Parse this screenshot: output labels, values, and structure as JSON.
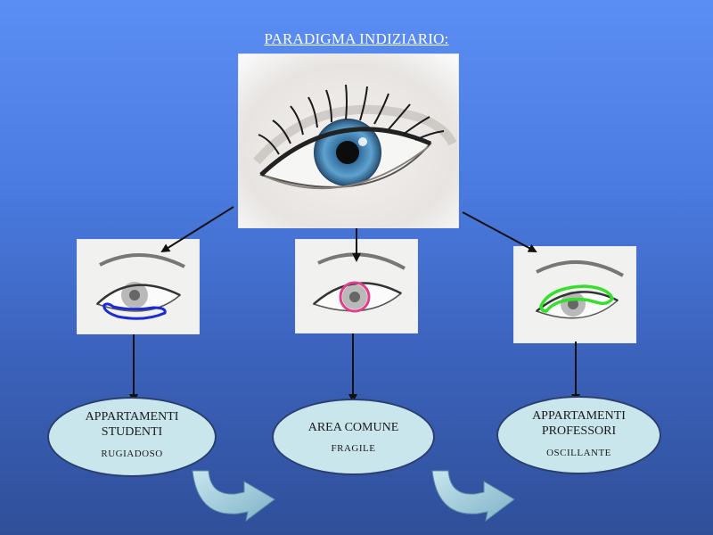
{
  "title": "PARADIGMA INDIZIARIO:",
  "colors": {
    "students_outline": "#1b2bd6",
    "common_outline": "#e0408a",
    "professors_outline": "#35e02c",
    "oval_fill": "#c9e6ec",
    "arrow": "#111111"
  },
  "nodes": [
    {
      "line1": "APPARTAMENTI",
      "line2": "STUDENTI",
      "sub": "RUGIADOSO"
    },
    {
      "line1": "AREA COMUNE",
      "line2": "",
      "sub": "FRAGILE"
    },
    {
      "line1": "APPARTAMENTI",
      "line2": "PROFESSORI",
      "sub": "OSCILLANTE"
    }
  ]
}
